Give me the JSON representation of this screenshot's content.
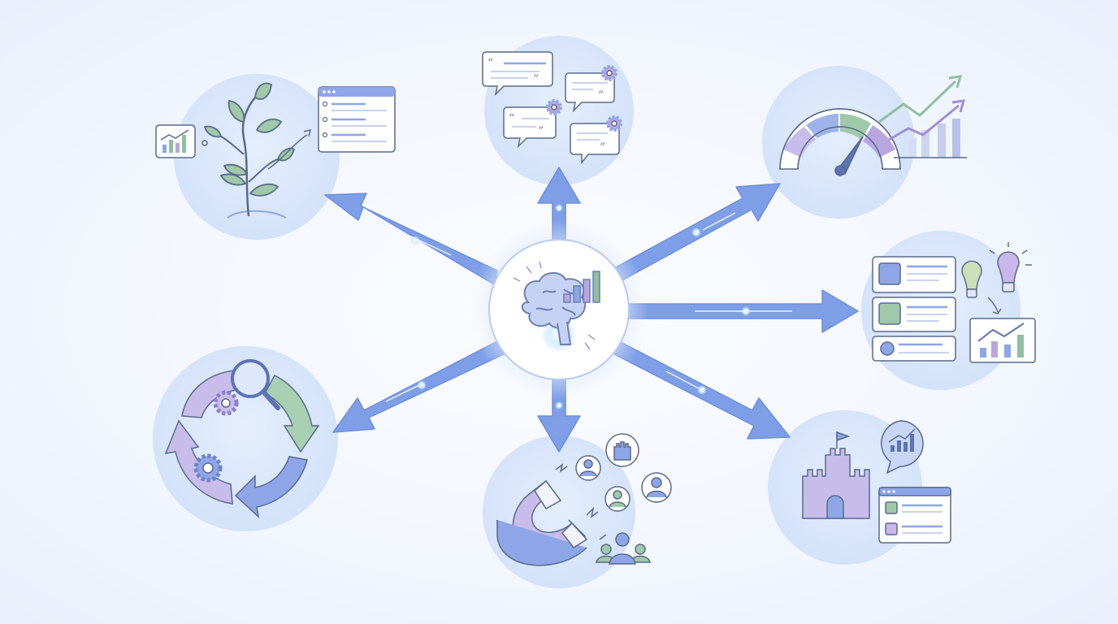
{
  "diagram": {
    "center": {
      "name": "brain-analytics-hub",
      "icon": "brain-with-bar-chart-icon"
    },
    "spokes": [
      {
        "name": "organic-growth",
        "icons": [
          "sprouting-plant-icon",
          "mini-bar-chart-icon",
          "content-list-panel-icon"
        ]
      },
      {
        "name": "testimonials-feedback",
        "icons": [
          "quote-bubble-icon",
          "gear-icon"
        ]
      },
      {
        "name": "performance-growth",
        "icons": [
          "speedometer-gauge-icon",
          "trend-line-up-icon",
          "bar-chart-icon"
        ]
      },
      {
        "name": "insight-ideas",
        "icons": [
          "content-card-icon",
          "lightbulb-icon",
          "growth-chart-icon"
        ]
      },
      {
        "name": "brand-authority",
        "icons": [
          "castle-icon",
          "chart-speech-bubble-icon",
          "browser-panel-icon"
        ]
      },
      {
        "name": "audience-attraction",
        "icons": [
          "magnet-icon",
          "user-avatar-icon",
          "castle-badge-icon",
          "user-group-icon"
        ]
      },
      {
        "name": "optimization-cycle",
        "icons": [
          "circular-arrows-icon",
          "magnifier-icon",
          "gear-icon"
        ]
      }
    ]
  },
  "colors": {
    "arrow": "#7b9ee6",
    "arrow_stroke": "#6a8cdb",
    "circle_fill": "#dce8fb",
    "center_fill": "#ffffff",
    "green": "#8fbf9f",
    "lavender": "#b9a6e0",
    "blue": "#8ea6e8",
    "outline": "#5a6a8a"
  }
}
